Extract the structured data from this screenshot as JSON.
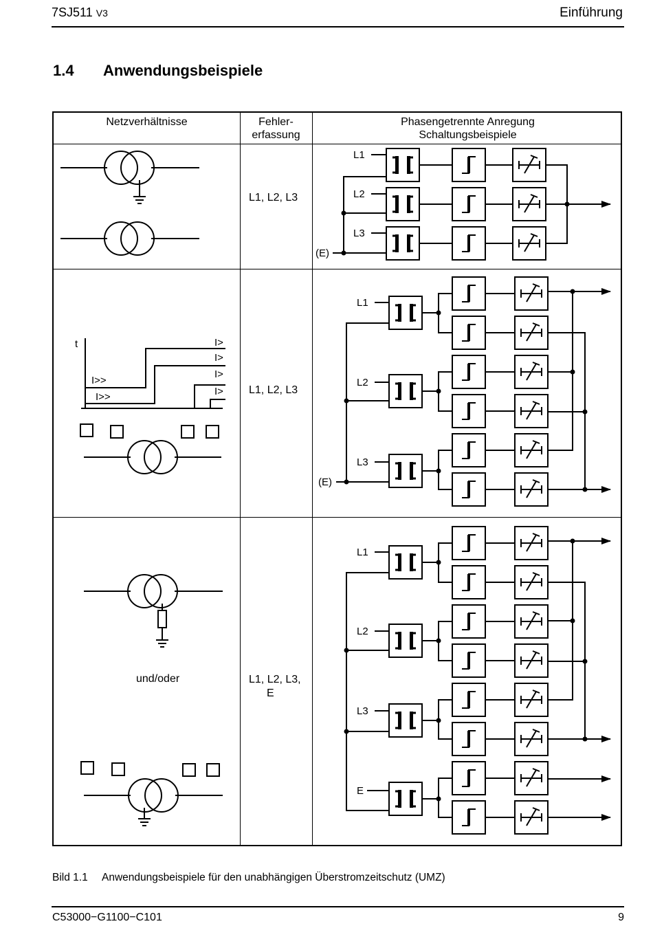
{
  "header": {
    "product": "7SJ511",
    "version": "V3",
    "chapter": "Einführung"
  },
  "section": {
    "number": "1.4",
    "title": "Anwendungsbeispiele"
  },
  "table": {
    "col1_header": "Netzverhältnisse",
    "col2_header_line1": "Fehler-",
    "col2_header_line2": "erfassung",
    "col3_header_line1": "Phasengetrennte Anregung",
    "col3_header_line2": "Schaltungsbeispiele",
    "rows": [
      {
        "fault_detection": "L1, L2, L3",
        "phases": [
          "L1",
          "L2",
          "L3"
        ],
        "earth": "(E)"
      },
      {
        "fault_detection": "L1, L2, L3",
        "phases": [
          "L1",
          "L2",
          "L3"
        ],
        "earth": "(E)",
        "grading": {
          "t_label": "t",
          "high_label": "I>>",
          "low_label": "I>"
        }
      },
      {
        "fault_detection_line1": "L1, L2, L3,",
        "fault_detection_line2": "E",
        "phases": [
          "L1",
          "L2",
          "L3",
          "E"
        ],
        "network_note": "und/oder"
      }
    ]
  },
  "caption": {
    "number": "Bild 1.1",
    "text": "Anwendungsbeispiele für den unabhängigen Überstromzeitschutz (UMZ)"
  },
  "footer": {
    "doc_number": "C53000−G1100−C101",
    "page": "9"
  }
}
